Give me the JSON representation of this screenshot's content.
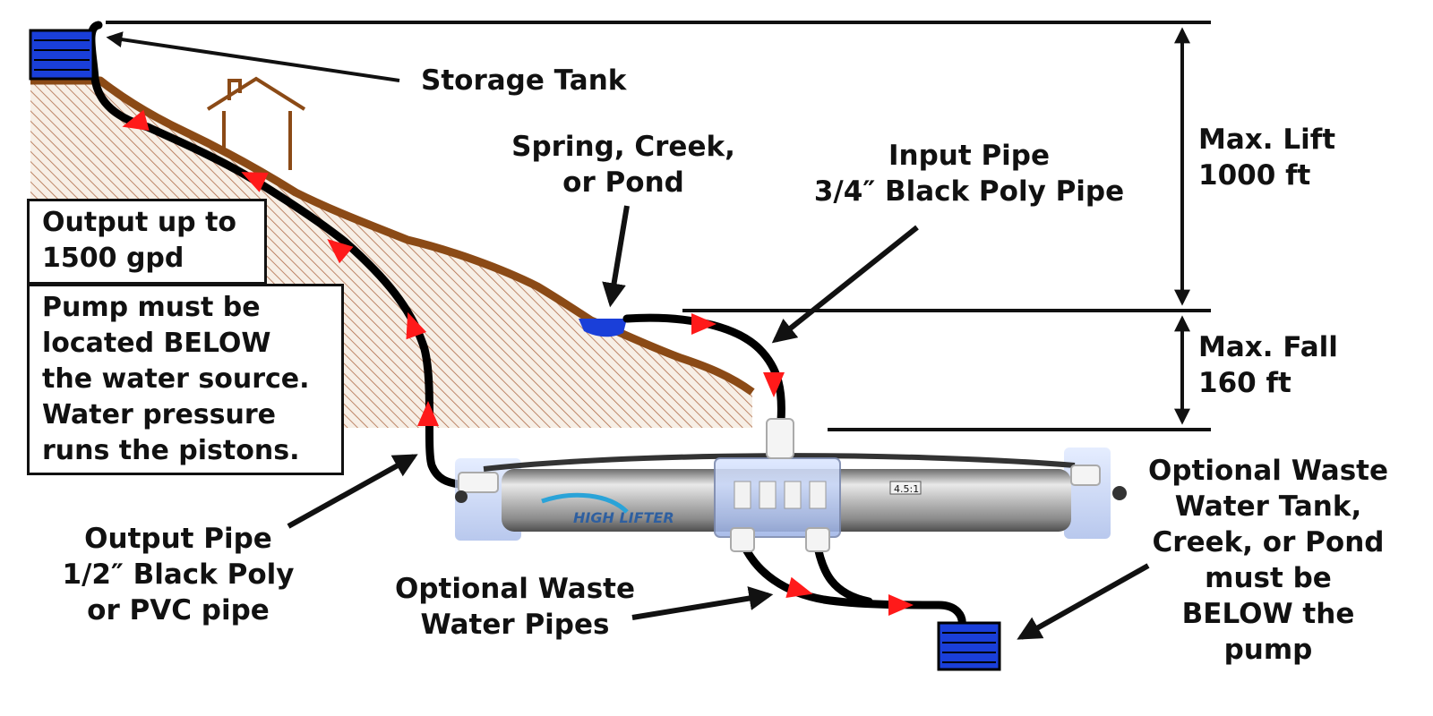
{
  "labels": {
    "storage_tank": "Storage Tank",
    "source": [
      "Spring, Creek,",
      "or Pond"
    ],
    "input_pipe": [
      "Input Pipe",
      "3/4″ Black Poly Pipe"
    ],
    "max_lift": [
      "Max. Lift",
      "1000 ft"
    ],
    "max_fall": [
      "Max. Fall",
      "160 ft"
    ],
    "output_box": [
      "Output up to",
      "1500 gpd"
    ],
    "pump_note": [
      "Pump must be",
      "located BELOW",
      "the water source.",
      "Water pressure",
      "runs  the pistons."
    ],
    "output_pipe": [
      "Output Pipe",
      "1/2″ Black Poly",
      "or PVC pipe"
    ],
    "waste_pipes": [
      "Optional Waste",
      "Water Pipes"
    ],
    "waste_tank": [
      "Optional Waste",
      "Water Tank,",
      "Creek, or Pond",
      "must be",
      "BELOW the",
      "pump"
    ],
    "pump_brand": "HIGH LIFTER",
    "pump_ratio": "4.5:1"
  },
  "colors": {
    "water": "#1a3fd9",
    "soil": "#8b4a16",
    "hatch": "#b06d4a",
    "arrow": "#ff1a1a",
    "pipe": "#000000",
    "house": "#8b4a16"
  },
  "icons": {
    "tank": "storage-tank-icon",
    "house": "house-icon",
    "pump": "high-lifter-pump-icon"
  }
}
